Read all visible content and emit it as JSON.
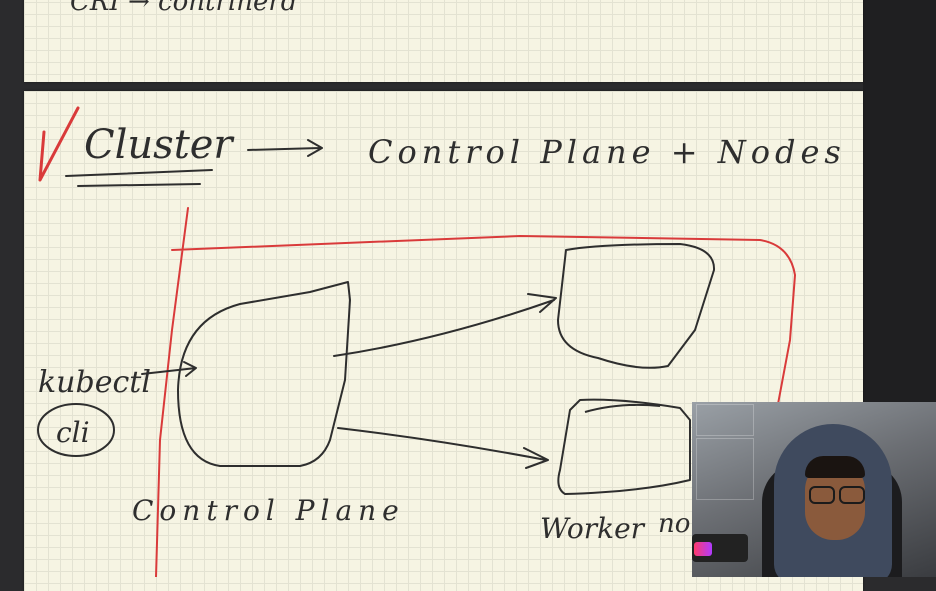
{
  "notes": {
    "top_fragment": "CRI → contrinerd",
    "heading": "Cluster",
    "heading_arrow": "→",
    "equation": "Control Plane + Nodes",
    "kubectl_label": "kubectl",
    "cli_label": "cli",
    "control_plane_label": "Control Plane",
    "worker_label": "Worker",
    "worker_label_cut": "no"
  },
  "colors": {
    "paper": "#f6f4e3",
    "grid": "#e3e2d2",
    "ink_dark": "#2e2e2e",
    "ink_red": "#d93a3a",
    "background": "#2b2b2d"
  },
  "icons": {
    "checkmark": "red-checkmark-icon"
  }
}
